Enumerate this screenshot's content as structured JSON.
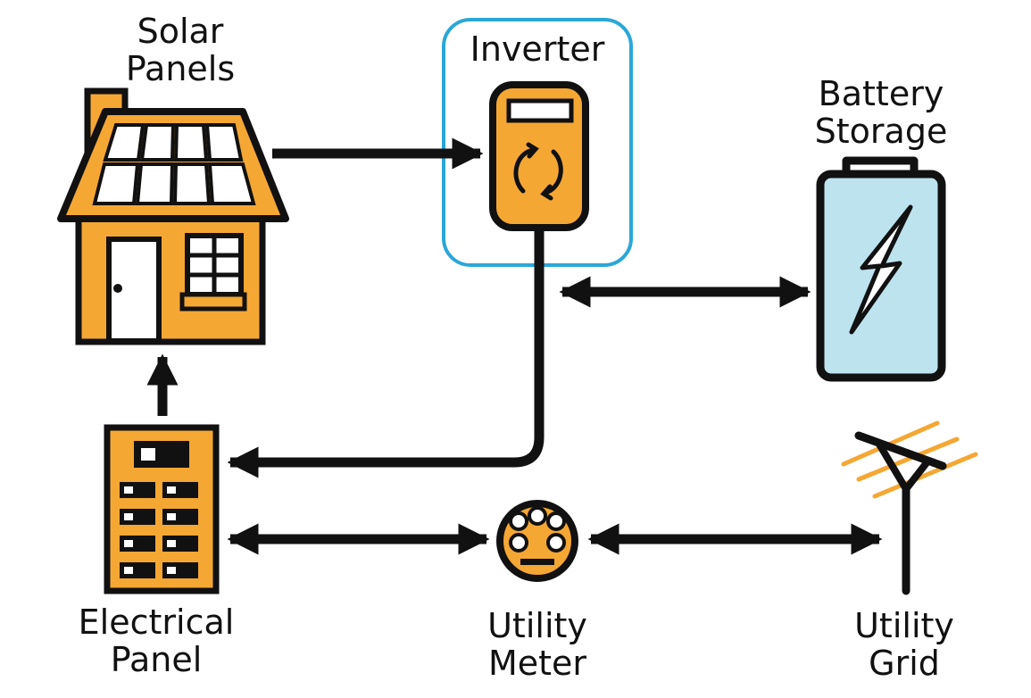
{
  "labels": {
    "solar_panels": [
      "Solar",
      "Panels"
    ],
    "inverter": [
      "Inverter"
    ],
    "battery_storage": [
      "Battery",
      "Storage"
    ],
    "electrical_panel": [
      "Electrical",
      "Panel"
    ],
    "utility_meter": [
      "Utility",
      "Meter"
    ],
    "utility_grid": [
      "Utility",
      "Grid"
    ]
  },
  "colors": {
    "orange": "#F5A733",
    "outline": "#111111",
    "highlight_box": "#2AA7D8",
    "battery_fill": "#BDE3EF",
    "panel_glass": "#FFFFFF"
  },
  "highlighted_component": "inverter",
  "connections": [
    {
      "from": "solar_panels",
      "to": "inverter",
      "direction": "one-way"
    },
    {
      "from": "inverter",
      "to": "battery_storage",
      "direction": "two-way"
    },
    {
      "from": "inverter",
      "to": "electrical_panel",
      "direction": "one-way"
    },
    {
      "from": "electrical_panel",
      "to": "solar_panels",
      "direction": "one-way"
    },
    {
      "from": "electrical_panel",
      "to": "utility_meter",
      "direction": "two-way"
    },
    {
      "from": "utility_meter",
      "to": "utility_grid",
      "direction": "two-way"
    }
  ]
}
